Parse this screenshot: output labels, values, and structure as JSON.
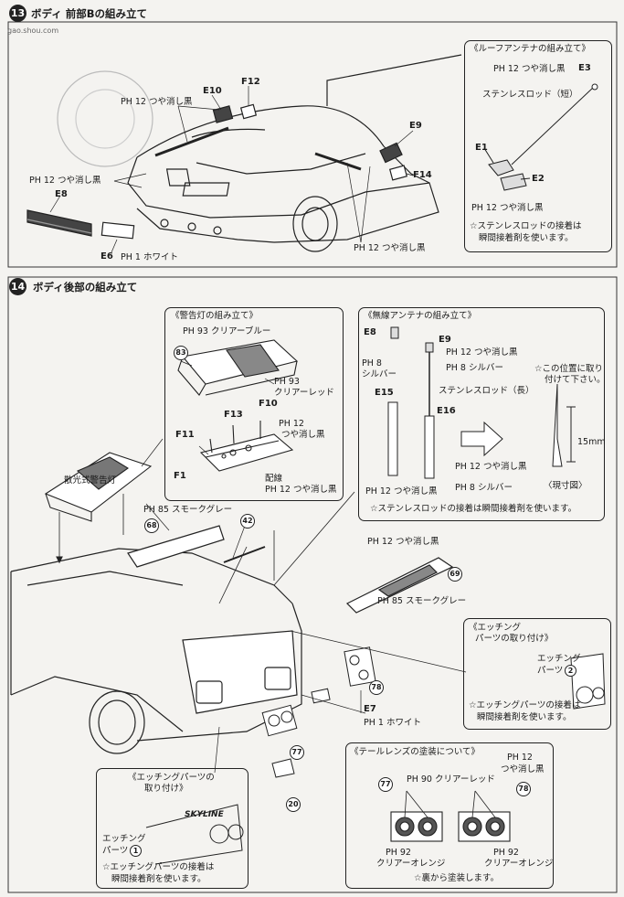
{
  "section13": {
    "number": "13",
    "title": "ボディ 前部Bの組み立て",
    "watermark": "gao.shou.com",
    "roof_antenna": {
      "title": "《ルーフアンテナの組み立て》",
      "paint_e3": "PH 12 つや消し黒",
      "part_e3": "E3",
      "rod_short": "ステンレスロッド（短）",
      "part_e1": "E1",
      "part_e2": "E2",
      "paint_e1": "PH 12 つや消し黒",
      "note1": "☆ステンレスロッドの接着は",
      "note2": "瞬間接着剤を使います。"
    },
    "labels": {
      "e10": "E10",
      "f12": "F12",
      "paint_top": "PH 12 つや消し黒",
      "e9": "E9",
      "f14": "F14",
      "paint_left": "PH 12 つや消し黒",
      "e8": "E8",
      "e6": "E6",
      "paint_e6": "PH 1 ホワイト",
      "paint_bottom": "PH 12 つや消し黒"
    }
  },
  "section14": {
    "number": "14",
    "title": "ボディ後部の組み立て",
    "warning_light": {
      "title": "《警告灯の組み立て》",
      "paint_blue": "PH 93 クリアーブルー",
      "part83": "83",
      "paint_red_code": "PH 93",
      "paint_red": "クリアーレッド",
      "f13": "F13",
      "f10": "F10",
      "f11": "F11",
      "paint_f10_code": "PH 12",
      "paint_f10": "つや消し黒",
      "f1": "F1",
      "wiring": "配線",
      "paint_wiring": "PH 12 つや消し黒"
    },
    "radio_antenna": {
      "title": "《無線アンテナの組み立て》",
      "e8": "E8",
      "e9": "E9",
      "paint_e9": "PH 12 つや消し黒",
      "paint_silver_code": "PH 8",
      "silver": "シルバー",
      "paint_silver2": "PH 8 シルバー",
      "rod_long": "ステンレスロッド（長）",
      "note_pos1": "☆この位置に取り",
      "note_pos2": "付けて下さい。",
      "e15": "E15",
      "e16": "E16",
      "dim": "15mm",
      "paint_e16": "PH 12 つや消し黒",
      "paint_e15": "PH 12 つや消し黒",
      "paint_silver3": "PH 8 シルバー",
      "actual": "〈現寸図〉",
      "note": "☆ステンレスロッドの接着は瞬間接着剤を使います。"
    },
    "labels": {
      "beacon": "散光式警告灯",
      "smoke1": "PH 85 スモークグレー",
      "part68": "68",
      "part42": "42",
      "paint_69": "PH 12 つや消し黒",
      "part69": "69",
      "smoke2": "PH 85 スモークグレー",
      "part78": "78",
      "e7": "E7",
      "paint_e7": "PH 1 ホワイト",
      "part77": "77",
      "part20": "20"
    },
    "etching_right": {
      "title1": "《エッチング",
      "title2": "パーツの取り付け》",
      "part1": "エッチング",
      "part2": "パーツ",
      "num": "2",
      "note1": "☆エッチングパーツの接着は",
      "note2": "瞬間接着剤を使います。"
    },
    "etching_left": {
      "title1": "《エッチングパーツの",
      "title2": "取り付け》",
      "skyline": "SKYLINE",
      "part1": "エッチング",
      "part2": "パーツ",
      "num": "1",
      "note1": "☆エッチングパーツの接着は",
      "note2": "瞬間接着剤を使います。"
    },
    "tail_lens": {
      "title": "《テールレンズの塗装について》",
      "paint_code_top": "PH 12",
      "paint_black": "つや消し黒",
      "part77": "77",
      "paint_red": "PH 90 クリアーレッド",
      "part78": "78",
      "paint_orange_l_code": "PH 92",
      "paint_orange_l": "クリアーオレンジ",
      "paint_orange_r_code": "PH 92",
      "paint_orange_r": "クリアーオレンジ",
      "note": "☆裏から塗装します。"
    }
  }
}
